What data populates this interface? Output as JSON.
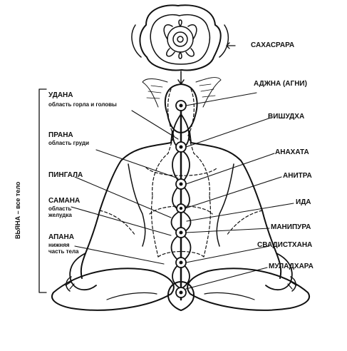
{
  "labels": {
    "sahasrara": "САХАСРАРА",
    "ajna": "АДЖНА (АГНИ)",
    "vishuddha": "ВИШУДХА",
    "anahata": "АНАХАТА",
    "anitra": "АНИТРА",
    "ida": "ИДА",
    "manipura": "МАНИПУРА",
    "svadhisthana": "СВАДИСТХАНА",
    "muladhara": "МУЛАДХАРА"
  },
  "prana_labels": {
    "udana": "УДАНА",
    "udana_sub": "область горла и головы",
    "prana": "ПРАНА",
    "prana_sub": "область груди",
    "pingala": "ПИНГАЛА",
    "samana": "САМАНА",
    "samana_sub1": "область",
    "samana_sub2": "желудка",
    "apana": "АПАНА",
    "apana_sub1": "нижняя",
    "apana_sub2": "часть тела",
    "vyana": "ВЬЯНА – все тело"
  }
}
